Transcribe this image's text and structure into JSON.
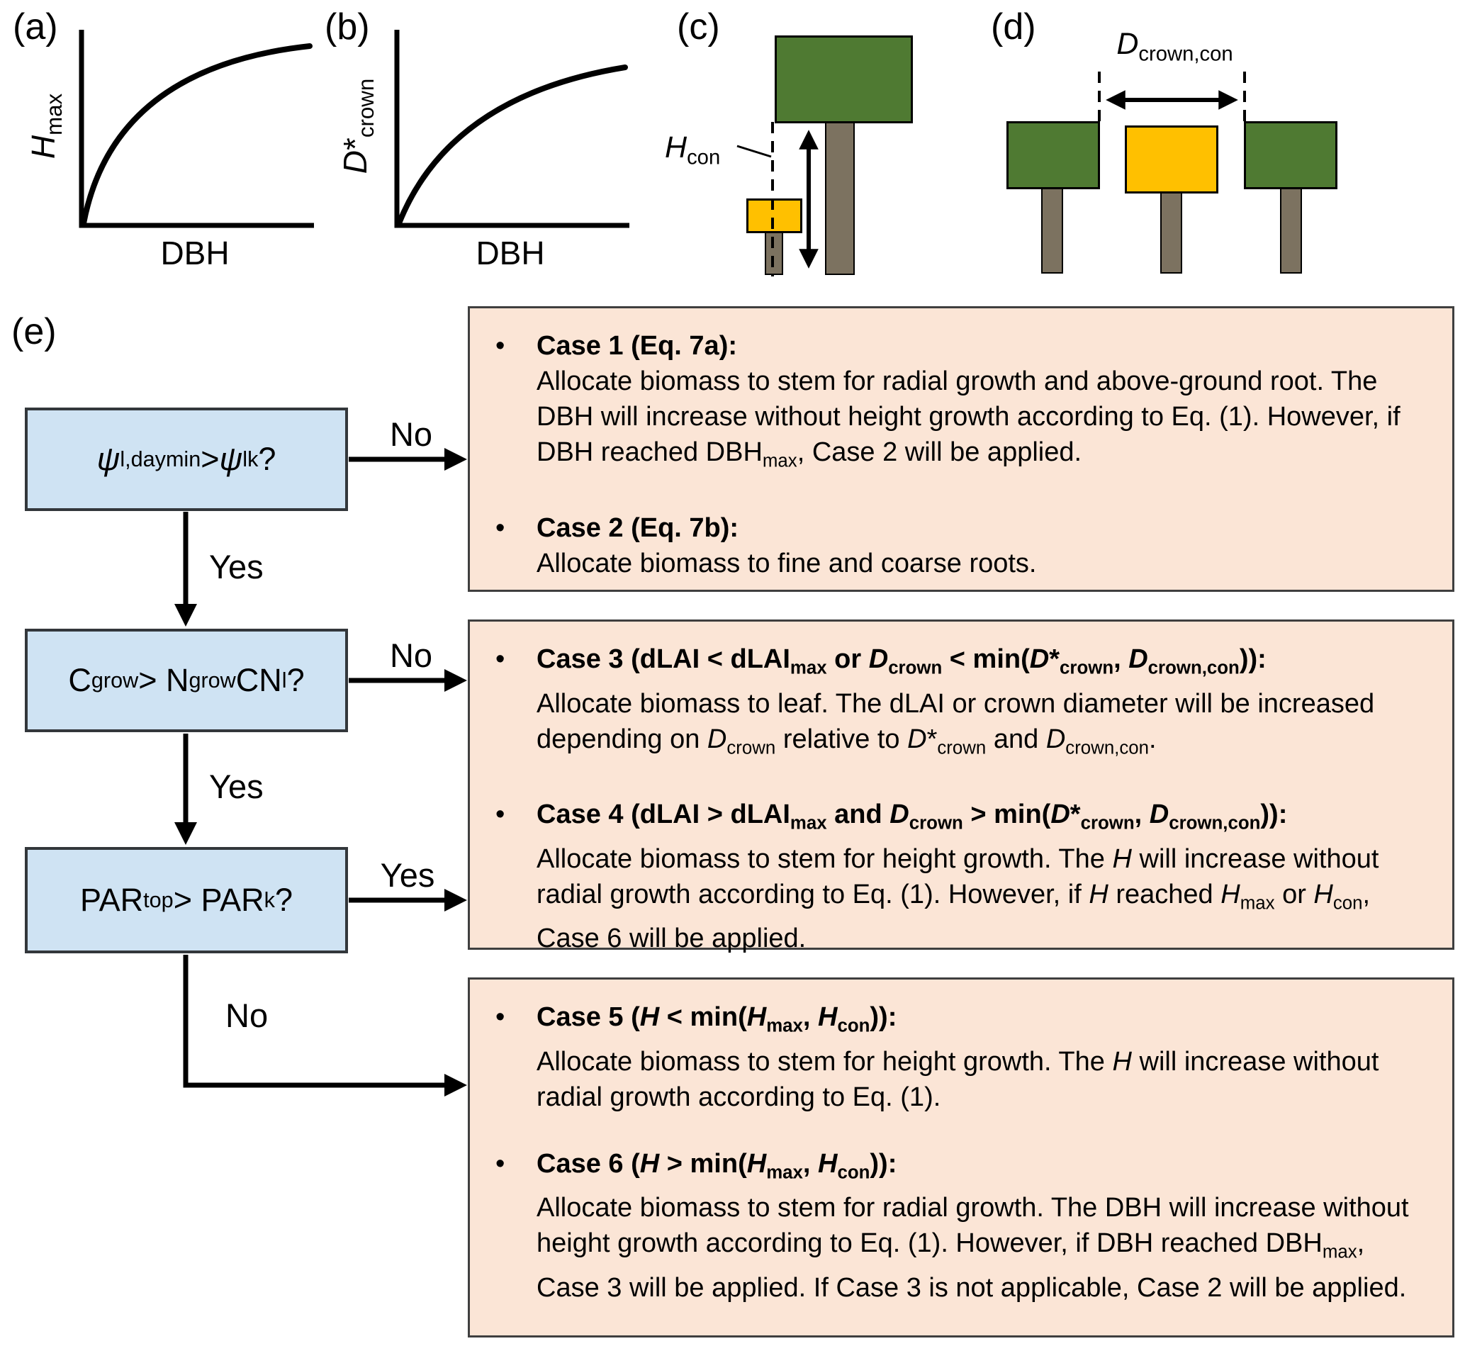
{
  "panels": {
    "a": {
      "label": "(a)",
      "ylabel": "//H//_{max}",
      "xlabel": "DBH"
    },
    "b": {
      "label": "(b)",
      "ylabel": "//D//*_{crown}",
      "xlabel": "DBH"
    },
    "c": {
      "label": "(c)",
      "annotation": "//H//_{con}"
    },
    "d": {
      "label": "(d)",
      "annotation": "//D//_{crown,con}"
    },
    "e": {
      "label": "(e)"
    }
  },
  "flowchart": {
    "bullet": "•",
    "decisions": [
      {
        "id": "leaf-water-potential",
        "label": "//ψ//_{l,daymin} > //ψ//_{lk} ?",
        "branch_right": "No",
        "branch_down": "Yes"
      },
      {
        "id": "carbon-nitrogen",
        "label": "C_{grow} > N_{grow}CN_{l} ?",
        "branch_right": "No",
        "branch_down": "Yes"
      },
      {
        "id": "par-threshold",
        "label": "PAR_{top} > PAR_{k} ?",
        "branch_right": "Yes",
        "branch_down": "No"
      }
    ],
    "case_boxes": [
      {
        "items": [
          {
            "title": "Case 1 (Eq. 7a):",
            "body": "Allocate biomass to stem for radial growth and above-ground root. The DBH will increase without height growth according to Eq. (1). However, if DBH reached DBH_{max}, Case 2 will be applied."
          },
          {
            "title": "Case 2 (Eq. 7b):",
            "body": "Allocate biomass to fine and coarse roots."
          }
        ]
      },
      {
        "items": [
          {
            "title": "Case 3 (dLAI < dLAI_{max} or //D//_{crown} < min(//D//*_{crown}, //D//_{crown,con})):",
            "body": "Allocate biomass to leaf. The dLAI or crown diameter will be increased depending on //D//_{crown} relative to //D//*_{crown} and //D//_{crown,con}."
          },
          {
            "title": "Case 4 (dLAI > dLAI_{max} and //D//_{crown} > min(//D//*_{crown}, //D//_{crown,con})):",
            "body": "Allocate biomass to stem for height growth. The //H// will increase without radial growth according to Eq. (1). However, if //H// reached //H//_{max} or //H//_{con}, Case 6 will be applied."
          }
        ]
      },
      {
        "items": [
          {
            "title": "Case 5 (//H// < min(//H//_{max}, //H//_{con})):",
            "body": "Allocate biomass to stem for height growth. The //H// will increase without radial growth according to Eq. (1)."
          },
          {
            "title": "Case 6 (//H// > min(//H//_{max}, //H//_{con})):",
            "body": "Allocate biomass to stem for radial growth. The DBH will increase without height growth according to Eq. (1). However, if DBH reached DBH_{max}, Case 3 will be applied. If Case 3 is not applicable, Case 2 will be applied."
          }
        ]
      }
    ]
  },
  "colors": {
    "decision_fill": "#cfe3f3",
    "case_fill": "#fbe5d6",
    "crown_green": "#4f7a32",
    "crown_yellow": "#ffc000",
    "stem_brown": "#7c7260"
  }
}
